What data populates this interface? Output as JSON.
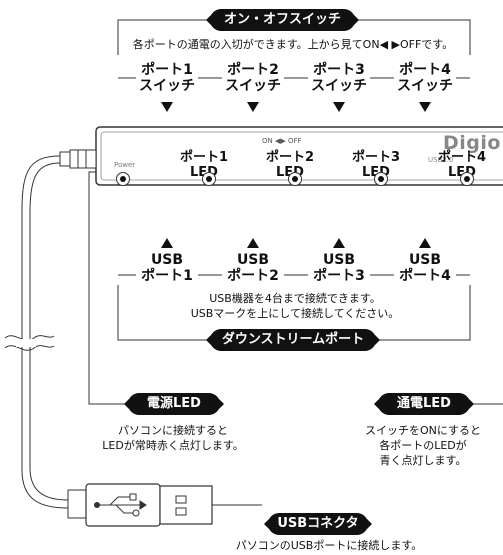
{
  "top": {
    "title": "オン・オフスイッチ",
    "desc": "各ポートの通電の入切ができます。上から見てON◀ ▶OFFです。",
    "switches": [
      {
        "l1": "ポート1",
        "l2": "スイッチ"
      },
      {
        "l1": "ポート2",
        "l2": "スイッチ"
      },
      {
        "l1": "ポート3",
        "l2": "スイッチ"
      },
      {
        "l1": "ポート4",
        "l2": "スイッチ"
      }
    ]
  },
  "device": {
    "brand": "Digio",
    "on_off": "ON ◀▶ OFF",
    "usb_text": "USB2.0",
    "power_label": "Power",
    "leds": [
      {
        "l1": "ポート1",
        "l2": "LED"
      },
      {
        "l1": "ポート2",
        "l2": "LED"
      },
      {
        "l1": "ポート3",
        "l2": "LED"
      },
      {
        "l1": "ポート4",
        "l2": "LED"
      }
    ]
  },
  "ports": {
    "labels": [
      {
        "l1": "USB",
        "l2": "ポート1"
      },
      {
        "l1": "USB",
        "l2": "ポート2"
      },
      {
        "l1": "USB",
        "l2": "ポート3"
      },
      {
        "l1": "USB",
        "l2": "ポート4"
      }
    ],
    "desc1": "USB機器を4台まで接続できます。",
    "desc2": "USBマークを上にして接続してください。",
    "title": "ダウンストリームポート"
  },
  "power_led": {
    "title": "電源LED",
    "desc1": "パソコンに接続すると",
    "desc2": "LEDが常時赤く点灯します。"
  },
  "comm_led": {
    "title": "通電LED",
    "desc1": "スイッチをONにすると",
    "desc2": "各ポートのLEDが",
    "desc3": "青く点灯します。"
  },
  "connector": {
    "title": "USBコネクタ",
    "desc": "パソコンのUSBポートに接続します。"
  }
}
